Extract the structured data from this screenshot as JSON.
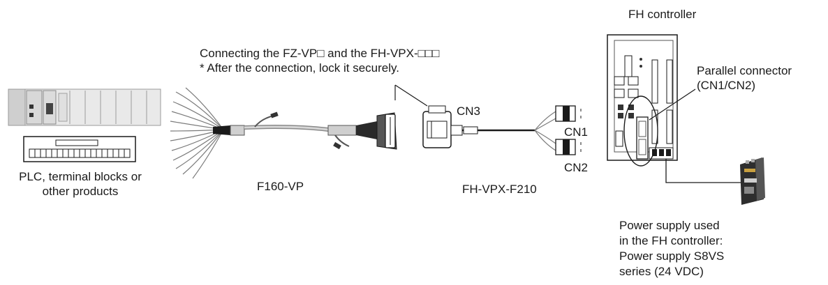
{
  "labels": {
    "fh_controller": "FH controller",
    "connecting_line1": "Connecting the FZ-VP□ and the FH-VPX-□□□",
    "connecting_line2": "* After the connection, lock it securely.",
    "parallel_connector_line1": "Parallel connector",
    "parallel_connector_line2": "(CN1/CN2)",
    "cn3": "CN3",
    "cn1": "CN1",
    "cn2": "CN2",
    "plc_line1": "PLC, terminal blocks or",
    "plc_line2": "other products",
    "f160": "F160-VP",
    "fhvpx": "FH-VPX-F210",
    "power_line1": "Power supply used",
    "power_line2": "in the FH controller:",
    "power_line3": "Power supply S8VS",
    "power_line4": "series (24 VDC)"
  },
  "colors": {
    "line": "#1a1a1a",
    "device_fill": "#f2f2f2",
    "device_dark": "#3a3a3a",
    "cable": "#8a8a8a"
  }
}
